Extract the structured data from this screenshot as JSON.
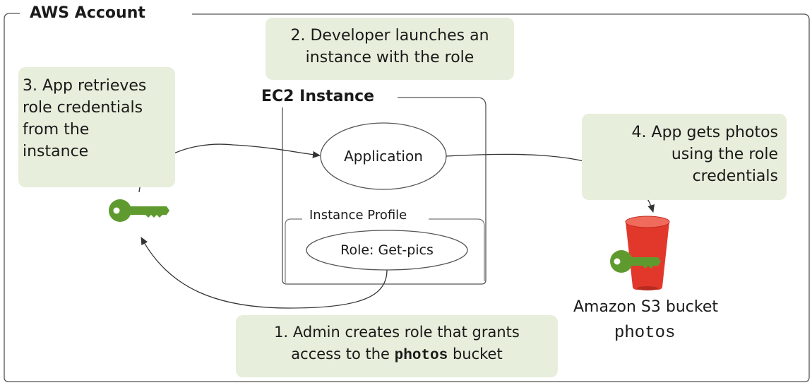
{
  "account": {
    "title": "AWS Account"
  },
  "instance": {
    "title": "EC2 Instance",
    "application_label": "Application",
    "profile_title": "Instance Profile",
    "role_label": "Role: Get-pics"
  },
  "notes": {
    "step1": {
      "line1": "1. Admin creates role that grants",
      "line2_prefix": "access to the ",
      "line2_bucket": "photos",
      "line2_suffix": " bucket"
    },
    "step2": {
      "line1": "2. Developer launches an",
      "line2": "instance with the role"
    },
    "step3": {
      "line1": "3. App retrieves",
      "line2": "role credentials",
      "line3": "from the",
      "line4": "instance"
    },
    "step4": {
      "line1": "4. App gets photos",
      "line2": "using the role",
      "line3": "credentials"
    }
  },
  "bucket": {
    "label": "Amazon S3 bucket",
    "name": "photos"
  },
  "colors": {
    "note_bg": "#e7eedb",
    "key_green": "#5f9a2f",
    "bucket_red": "#e2382b"
  },
  "icons": [
    "key-icon",
    "s3-bucket-icon"
  ]
}
